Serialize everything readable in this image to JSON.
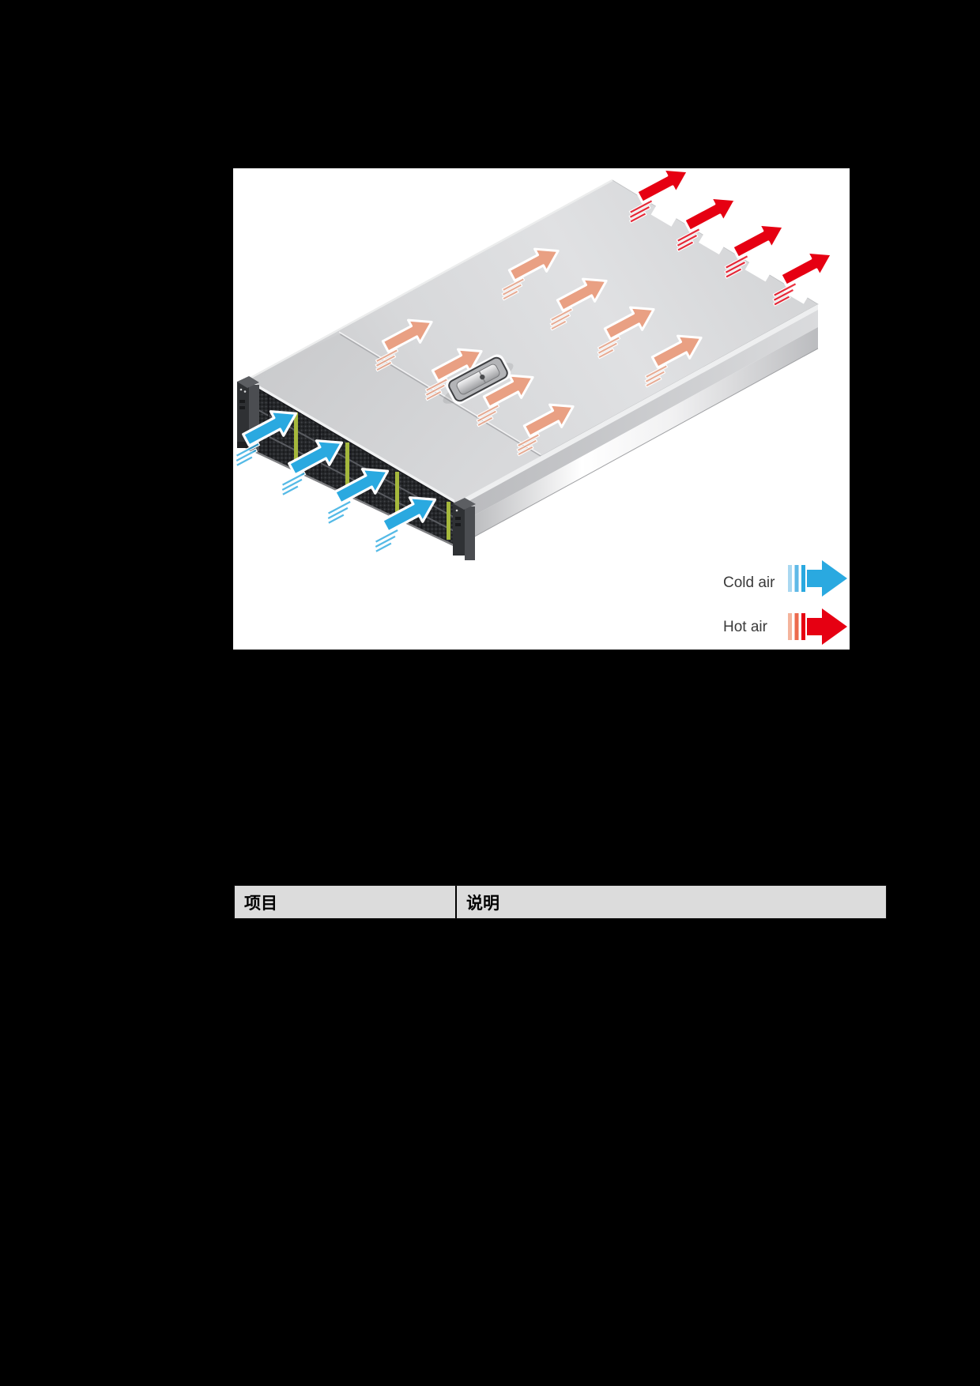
{
  "page": {
    "background_color": "#000000"
  },
  "figure": {
    "background_color": "#ffffff",
    "type": "server-airflow-diagram",
    "legend": [
      {
        "label": "Cold air",
        "color": "#2aa9e0"
      },
      {
        "label": "Hot air",
        "color": "#e60012"
      }
    ],
    "colors": {
      "cold": "#2aa9e0",
      "hot": "#e60012",
      "vent": "#e9a083"
    },
    "arrows": {
      "cold_intake_count": 4,
      "top_vent_count": 8,
      "hot_exhaust_count": 4
    }
  },
  "table": {
    "header_bg": "#dcdcdc",
    "headers": [
      {
        "label": "项目"
      },
      {
        "label": "说明"
      }
    ]
  }
}
